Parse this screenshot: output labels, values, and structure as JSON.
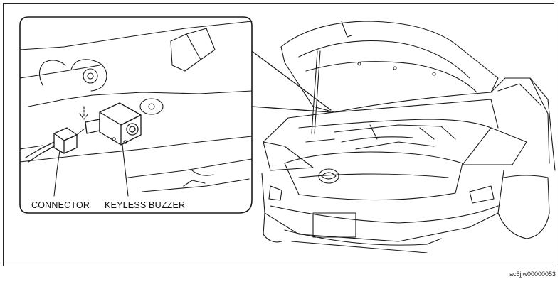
{
  "labels": {
    "connector": "CONNECTOR",
    "keyless_buzzer": "KEYLESS BUZZER"
  },
  "figure_code": "ac5jjw00000053",
  "colors": {
    "line": "#1a1a1a",
    "background": "#ffffff"
  }
}
